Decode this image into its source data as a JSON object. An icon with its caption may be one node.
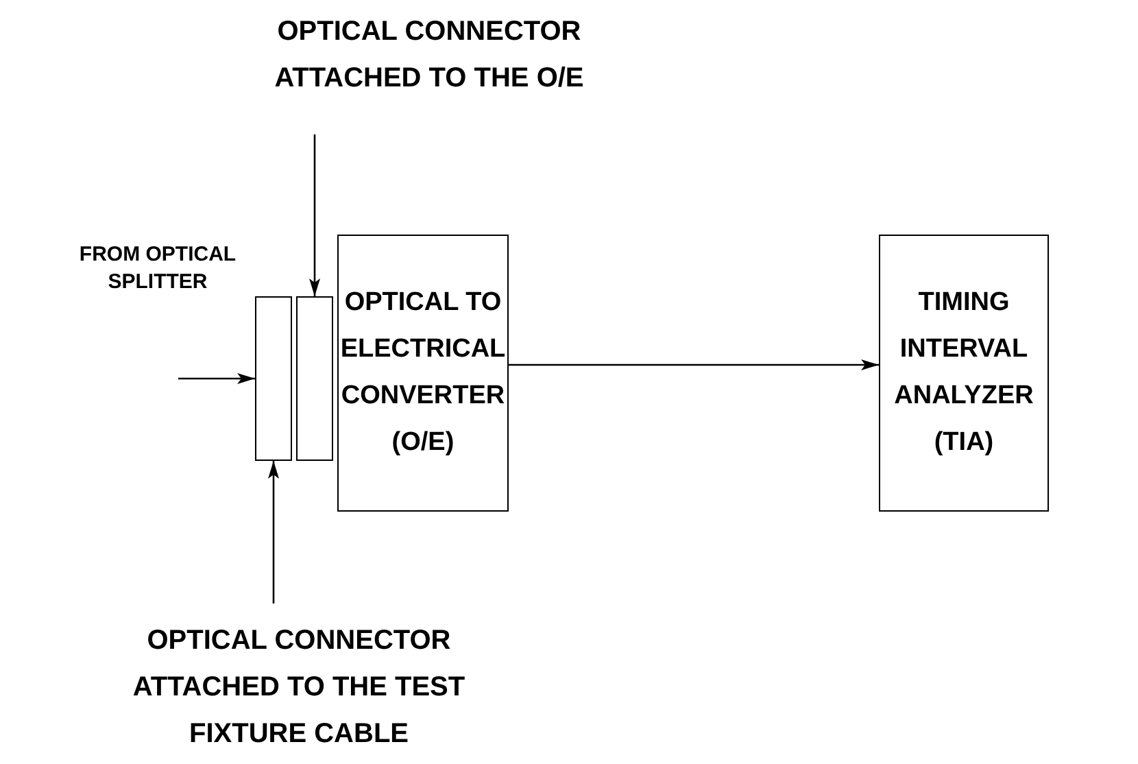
{
  "diagram": {
    "nodes": [
      {
        "text": [
          "OPTICAL CONNECTOR ATTACHED TO THE O/E"
        ]
      },
      {
        "text": [],
        "shape": "box"
      },
      {
        "text": [],
        "shape": "box"
      },
      {
        "text": [
          "OPTICAL TO ELECTRICAL CONVERTER (O/E)"
        ]
      },
      {
        "text": [
          "TIMING INTERVAL ANALYZER (TIA)"
        ]
      },
      {
        "text": [
          "OPTICAL CONNECTOR ATTACHED TO THE TEST FIXTURE CABLE"
        ]
      }
    ],
    "edges": [
      {
        "from": 0,
        "to": 2,
        "arrow": "to"
      },
      {
        "from": null,
        "to": 1,
        "arrow": "to"
      },
      {
        "from": 5,
        "to": 1,
        "arrow": "to"
      },
      {
        "from": 3,
        "to": 4,
        "arrow": "to"
      }
    ],
    "labels": [
      "FROM OPTICAL SPLITTER"
    ]
  }
}
